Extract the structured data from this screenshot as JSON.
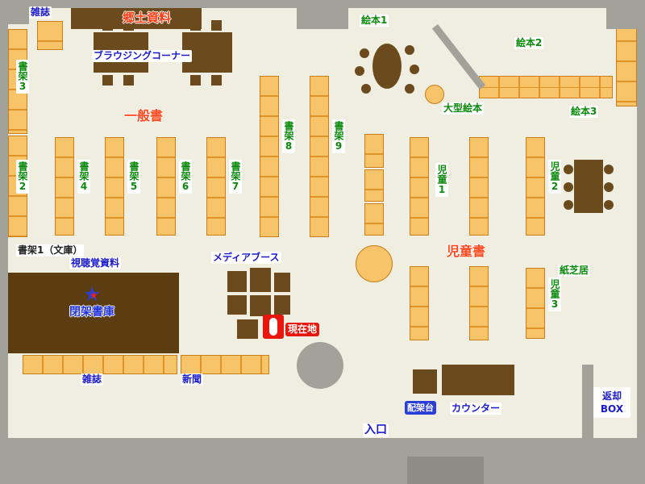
{
  "labels": {
    "magazines_top": "雑誌",
    "local_materials": "郷土資料",
    "browsing_corner": "ブラウジングコーナー",
    "shelf_3": "書架3",
    "shelf_2": "書架2",
    "general_books": "一般書",
    "shelf_4": "書架4",
    "shelf_5": "書架5",
    "shelf_6": "書架6",
    "shelf_7": "書架7",
    "shelf_8": "書架8",
    "shelf_9": "書架9",
    "picture_books_1": "絵本1",
    "picture_books_2": "絵本2",
    "picture_books_3": "絵本3",
    "large_picture_books": "大型絵本",
    "children_1": "児童1",
    "children_2": "児童2",
    "children_3": "児童3",
    "children_books": "児童書",
    "kamishibai": "紙芝居",
    "shelf_1_bunko": "書架1（文庫）",
    "audiovisual": "視聴覚資料",
    "media_booth": "メディアブース",
    "closed_stacks": "閉架書庫",
    "current_location": "現在地",
    "magazines_bottom": "雑誌",
    "newspapers": "新聞",
    "distribution_stand": "配架台",
    "counter": "カウンター",
    "return_box_line1": "返却",
    "return_box_line2": "BOX",
    "entrance": "入口"
  },
  "icons": {
    "star": "★"
  },
  "colors": {
    "floor": "#efeee0",
    "wall": "#a2a29a",
    "shelf_fill": "#f7c469",
    "shelf_line": "#e09427",
    "wood": "#6b4a1d",
    "closed_stacks": "#5c3d12",
    "label_green": "#0a8a0a",
    "label_blue": "#1a1ace",
    "label_orange_red": "#ff4a1e",
    "marker_red": "#e8160c"
  }
}
